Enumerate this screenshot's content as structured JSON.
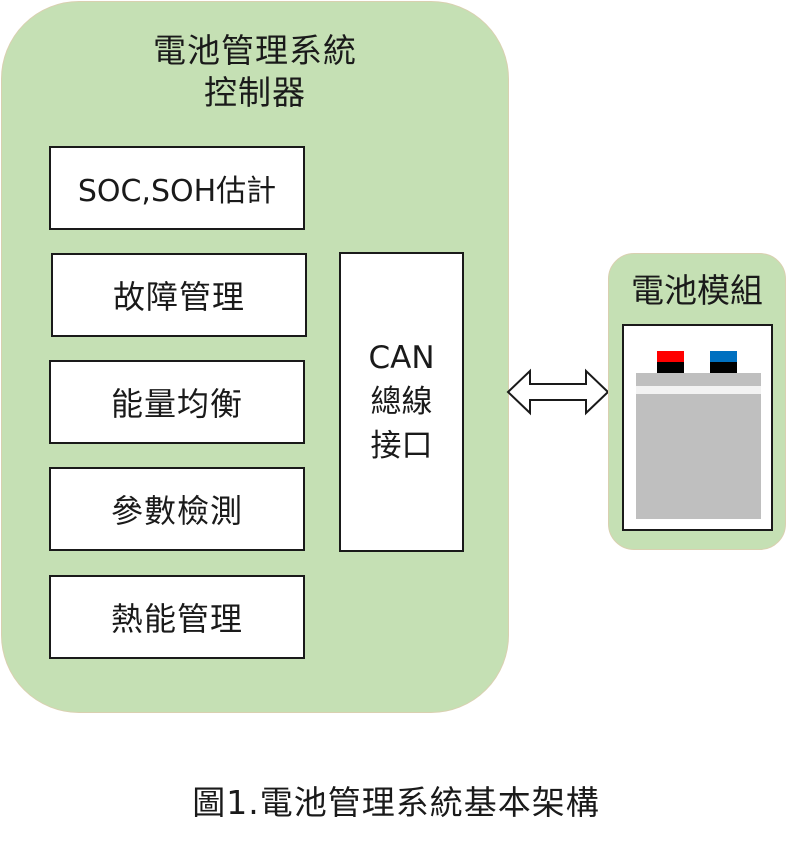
{
  "controller": {
    "title_line1": "電池管理系統",
    "title_line2": "控制器",
    "functions": [
      "SOC,SOH估計",
      "故障管理",
      "能量均衡",
      "參數檢測",
      "熱能管理"
    ],
    "can": {
      "line1": "CAN",
      "line2": "總線",
      "line3": "接口"
    }
  },
  "module": {
    "title": "電池模組",
    "terminal_positive_color": "#ff0000",
    "terminal_negative_color": "#0070c0"
  },
  "connection": {
    "type": "bidirectional-arrow"
  },
  "caption": "圖1.電池管理系統基本架構",
  "colors": {
    "panel_fill": "#c5e0b4",
    "battery_body": "#bfbfbf"
  }
}
